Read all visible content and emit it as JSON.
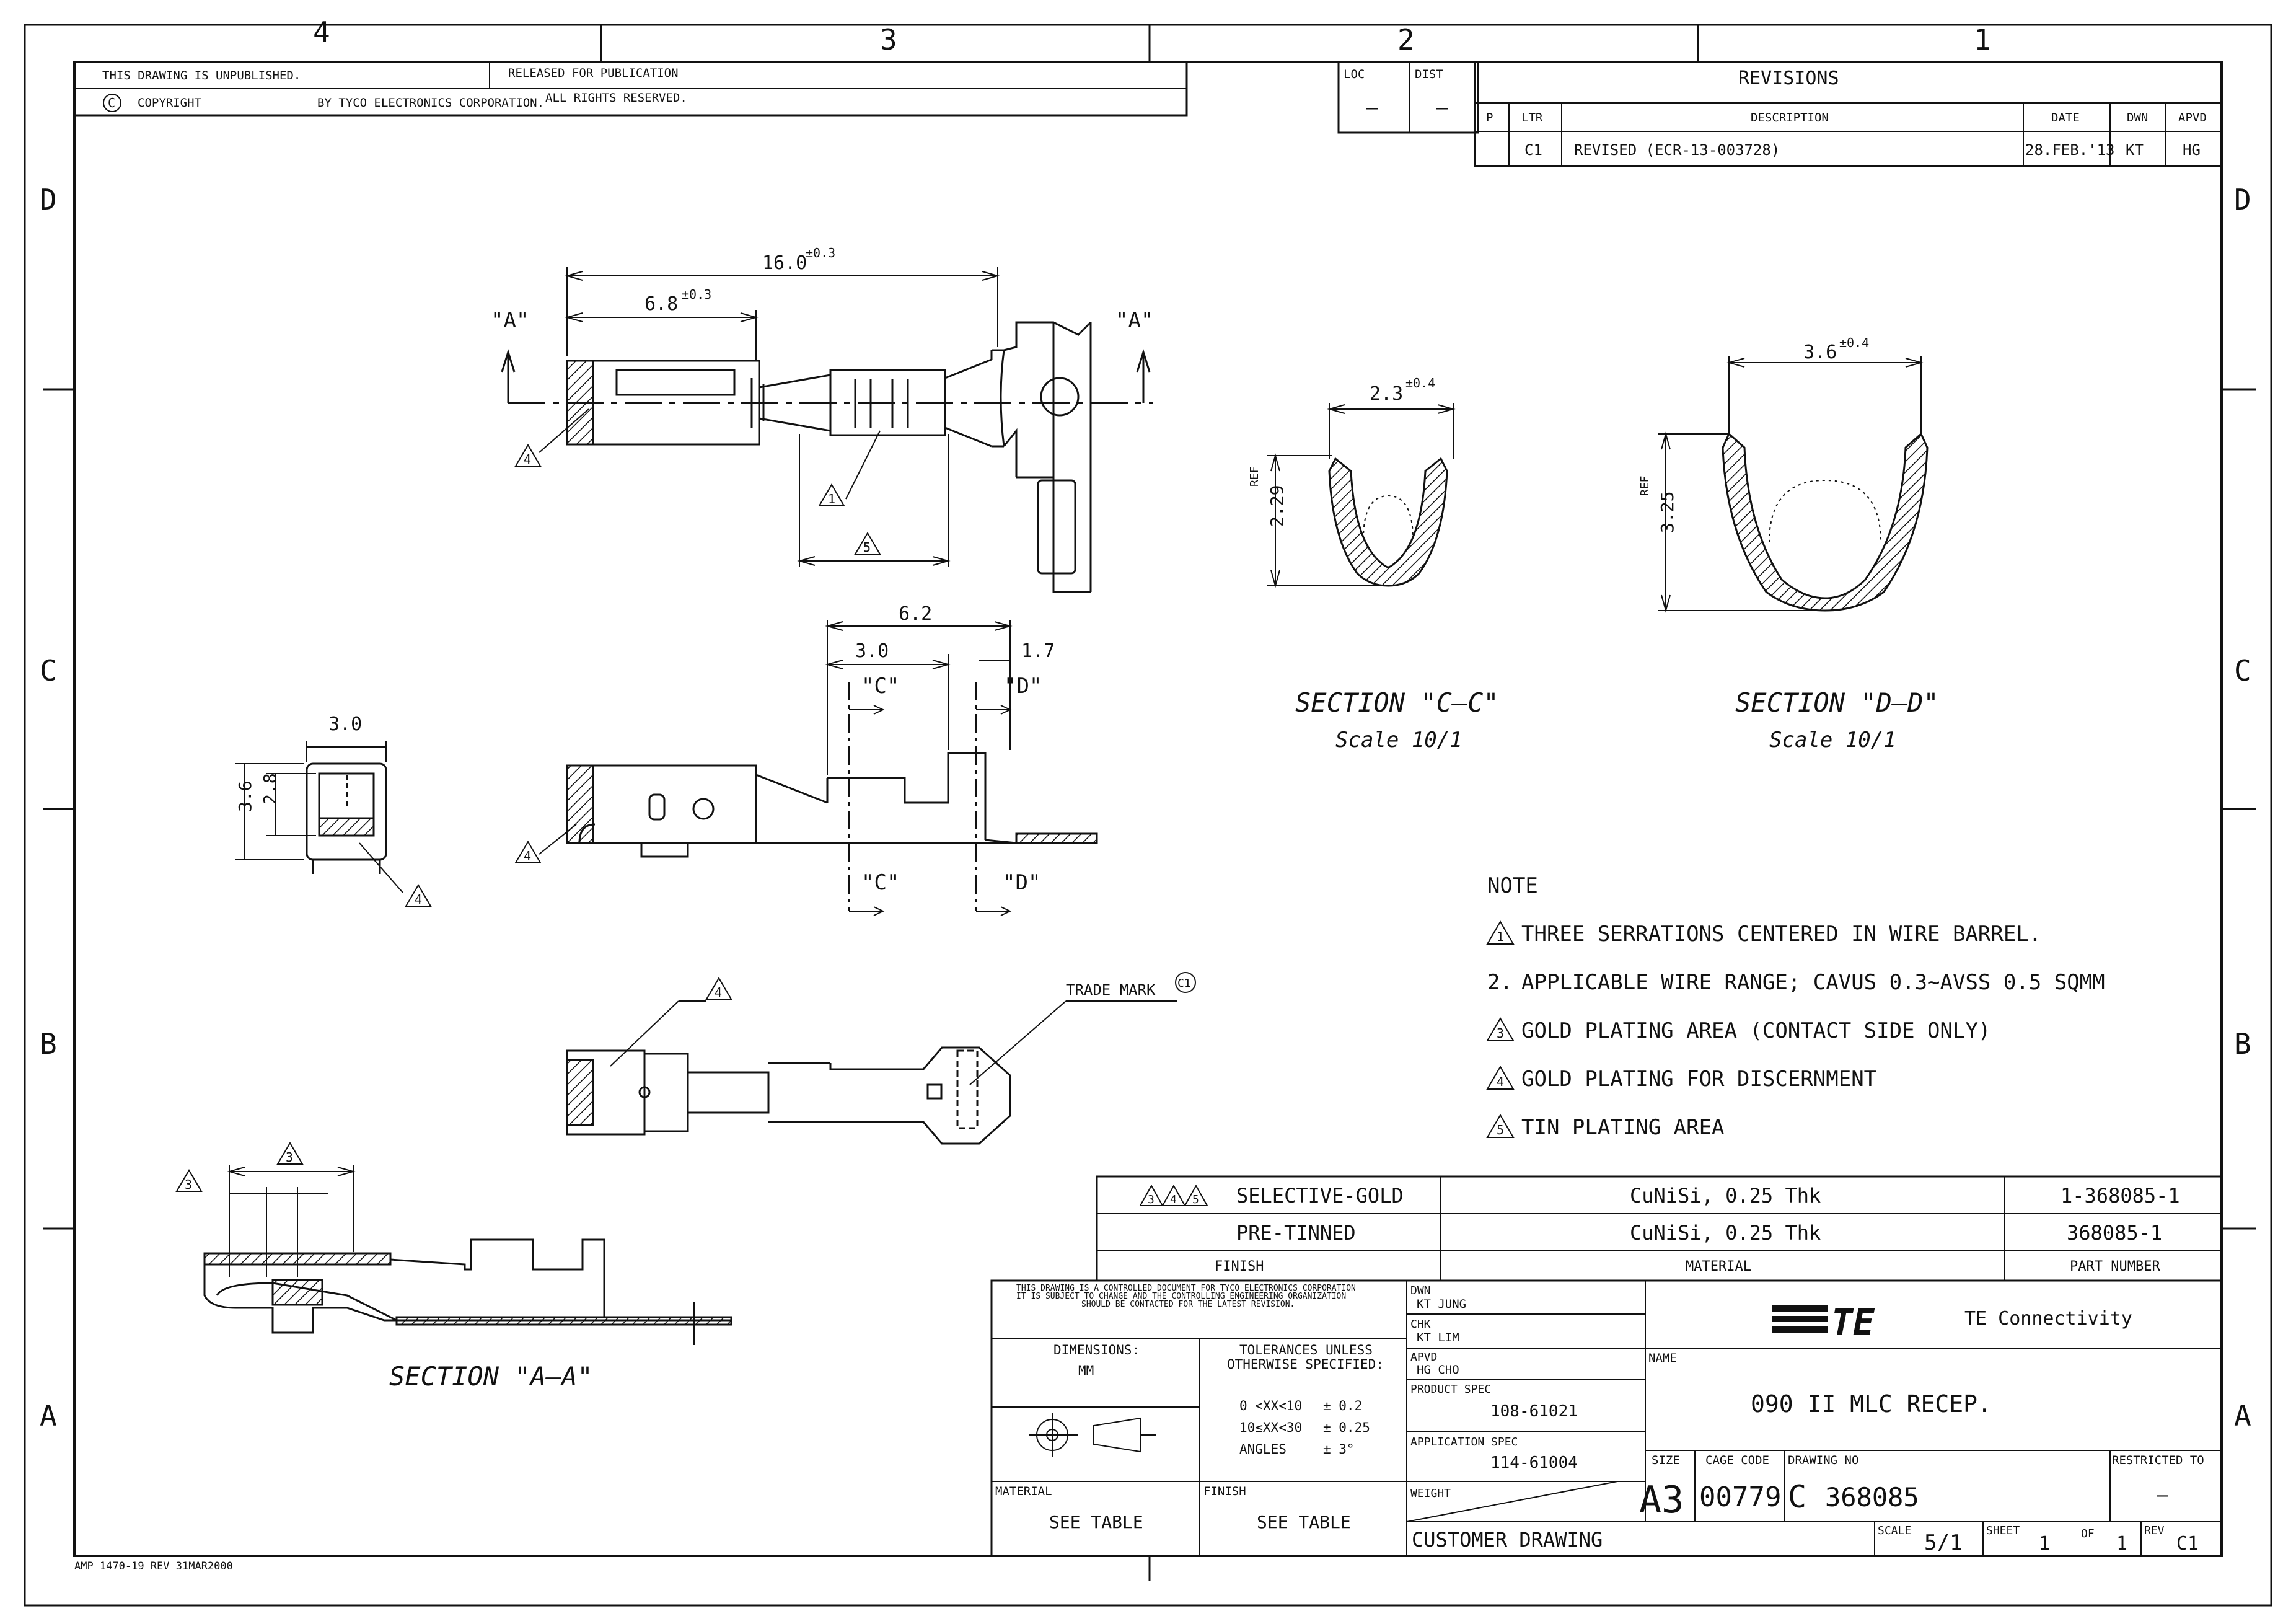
{
  "zones": {
    "columns": [
      "4",
      "3",
      "2",
      "1"
    ],
    "rows": [
      "D",
      "C",
      "B",
      "A"
    ]
  },
  "header": {
    "unpublished": "THIS DRAWING IS UNPUBLISHED.",
    "released": "RELEASED FOR PUBLICATION",
    "copyright": "COPYRIGHT",
    "copyright_symbol": "C",
    "by": "BY TYCO ELECTRONICS CORPORATION.",
    "rights": "ALL RIGHTS RESERVED."
  },
  "loc_dist": {
    "loc_label": "LOC",
    "dist_label": "DIST",
    "loc_value": "—",
    "dist_value": "—"
  },
  "revisions": {
    "title": "REVISIONS",
    "headers": [
      "P",
      "LTR",
      "DESCRIPTION",
      "DATE",
      "DWN",
      "APVD"
    ],
    "row": {
      "p": "",
      "ltr": "C1",
      "description": "REVISED (ECR-13-003728)",
      "date": "28.FEB.'13",
      "dwn": "KT",
      "apvd": "HG"
    }
  },
  "views": {
    "top": {
      "section_marks": [
        "\"A\"",
        "\"A\""
      ],
      "dim_overall": "16.0",
      "tol_overall": "±0.3",
      "dim_barrel": "6.8",
      "tol_barrel": "±0.3",
      "callout_a": "4",
      "callout_b": "1",
      "callout_c": "5"
    },
    "side": {
      "dim_6_2": "6.2",
      "dim_3_0": "3.0",
      "dim_1_7": "1.7",
      "marks": [
        "\"C\"",
        "\"D\"",
        "\"C\"",
        "\"D\""
      ],
      "callout": "4"
    },
    "end": {
      "dim_width": "3.0",
      "dim_h1": "3.6",
      "dim_h2": "2.8",
      "callout": "4"
    },
    "bottom": {
      "callout": "4",
      "trademark": "TRADE MARK",
      "trademark_rev": "C1"
    },
    "section_aa": {
      "title": "SECTION \"A—A\"",
      "callout_a": "3",
      "callout_b": "3"
    },
    "section_cc": {
      "title": "SECTION \"C—C\"",
      "scale": "Scale 10/1",
      "dim_w": "2.3",
      "tol_w": "±0.4",
      "dim_h": "2.29",
      "ref": "REF"
    },
    "section_dd": {
      "title": "SECTION \"D—D\"",
      "scale": "Scale 10/1",
      "dim_w": "3.6",
      "tol_w": "±0.4",
      "dim_h": "3.25",
      "ref": "REF"
    }
  },
  "notes": {
    "title": "NOTE",
    "items": [
      {
        "num": "1",
        "text": "THREE SERRATIONS CENTERED IN WIRE BARREL."
      },
      {
        "num": "2.",
        "text": "APPLICABLE WIRE RANGE; CAVUS 0.3~AVSS 0.5 SQMM"
      },
      {
        "num": "3",
        "text": "GOLD PLATING AREA (CONTACT SIDE ONLY)"
      },
      {
        "num": "4",
        "text": "GOLD PLATING FOR DISCERNMENT"
      },
      {
        "num": "5",
        "text": "TIN PLATING AREA"
      }
    ]
  },
  "parts_table": {
    "rows": [
      {
        "finish_flags": [
          "3",
          "4",
          "5"
        ],
        "finish": "SELECTIVE-GOLD",
        "material": "CuNiSi, 0.25 Thk",
        "part": "1-368085-1"
      },
      {
        "finish_flags": [],
        "finish": "PRE-TINNED",
        "material": "CuNiSi, 0.25 Thk",
        "part": "368085-1"
      }
    ],
    "headers": {
      "finish": "FINISH",
      "material": "MATERIAL",
      "part": "PART NUMBER"
    }
  },
  "title_block": {
    "controlled_notice": [
      "THIS DRAWING IS A CONTROLLED DOCUMENT FOR TYCO ELECTRONICS CORPORATION",
      "IT IS SUBJECT TO CHANGE AND THE CONTROLLING ENGINEERING ORGANIZATION",
      "SHOULD BE CONTACTED FOR THE LATEST REVISION."
    ],
    "dwn_label": "DWN",
    "dwn": "KT JUNG",
    "chk_label": "CHK",
    "chk": "KT LIM",
    "apvd_label": "APVD",
    "apvd": "HG CHO",
    "product_spec_label": "PRODUCT SPEC",
    "product_spec": "108-61021",
    "application_spec_label": "APPLICATION SPEC",
    "application_spec": "114-61004",
    "weight_label": "WEIGHT",
    "dimensions_label": "DIMENSIONS:",
    "dimensions_unit": "MM",
    "tolerances_label": [
      "TOLERANCES UNLESS",
      "OTHERWISE SPECIFIED:"
    ],
    "tolerances": [
      {
        "range": "0 <XX<10",
        "tol": "± 0.2"
      },
      {
        "range": "10≤XX<30",
        "tol": "± 0.25"
      },
      {
        "range": "ANGLES",
        "tol": "± 3°"
      }
    ],
    "material_label": "MATERIAL",
    "material": "SEE TABLE",
    "finish_label": "FINISH",
    "finish": "SEE TABLE",
    "company": "TE Connectivity",
    "logo_text": "TE",
    "name_label": "NAME",
    "name": "090 II MLC RECEP.",
    "size_label": "SIZE",
    "size": "A3",
    "cage_label": "CAGE CODE",
    "cage": "00779",
    "drawing_no_label": "DRAWING NO",
    "drawing_letter": "C",
    "drawing_no": "368085",
    "restricted_label": "RESTRICTED TO",
    "restricted": "—",
    "customer_drawing": "CUSTOMER DRAWING",
    "scale_label": "SCALE",
    "scale": "5/1",
    "sheet_label": "SHEET",
    "sheet": "1",
    "of_label": "OF",
    "of": "1",
    "rev_label": "REV",
    "rev": "C1"
  },
  "form_id": "AMP 1470-19 REV 31MAR2000"
}
